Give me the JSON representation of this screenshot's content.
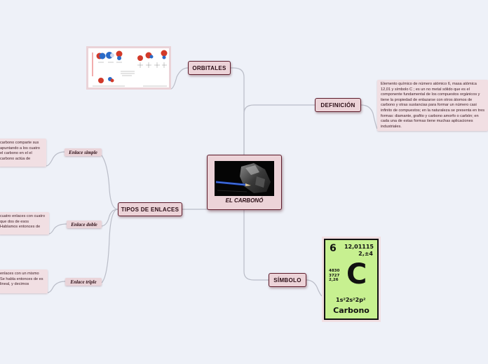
{
  "center": {
    "title": "EL CARBONÓ"
  },
  "branches": {
    "orbitales": "ORBITALES",
    "definicion": "DEFINICIÓN",
    "tipos": "TIPOS DE ENLACES",
    "simbolo": "SÍMBOLO"
  },
  "definicion_text": "Elemento químico de número atómico 6, masa atómica 12,01 y símbolo C ; es un no metal sólido que es el componente fundamental de los compuestos orgánicos y tiene la propiedad de enlazarse con otros átomos de carbono y otras sustancias para formar un número casi infinito de compuestos; en la naturaleza se presenta en tres formas: diamante, grafito y carbono amorfo o carbón; en cada una de estas formas tiene muchas aplicaciones industriales.",
  "enlaces": [
    {
      "label": "Enlace simple",
      "text": "carbono comparte sus apuntando a los cuatro el carbono en el el carbono actúa de"
    },
    {
      "label": "Enlace doble",
      "text": "cuatro enlaces con cuatro que dos de esos Hablamos entonces de"
    },
    {
      "label": "Enlace triple",
      "text": "enlaces con un mismo Se habla entonces de es lineal, y decimos"
    }
  ],
  "element": {
    "number": "6",
    "mass": "12,01115",
    "oxidation": "2,±4",
    "props": [
      "4830",
      "3727",
      "2,26"
    ],
    "symbol": "C",
    "config": "1s²2s²2p²",
    "name": "Carbono"
  },
  "colors": {
    "node_bg": "#ecd3d8",
    "node_border": "#5c1b2b",
    "connector": "#b9bcc7",
    "element_bg": "#c7f090"
  }
}
